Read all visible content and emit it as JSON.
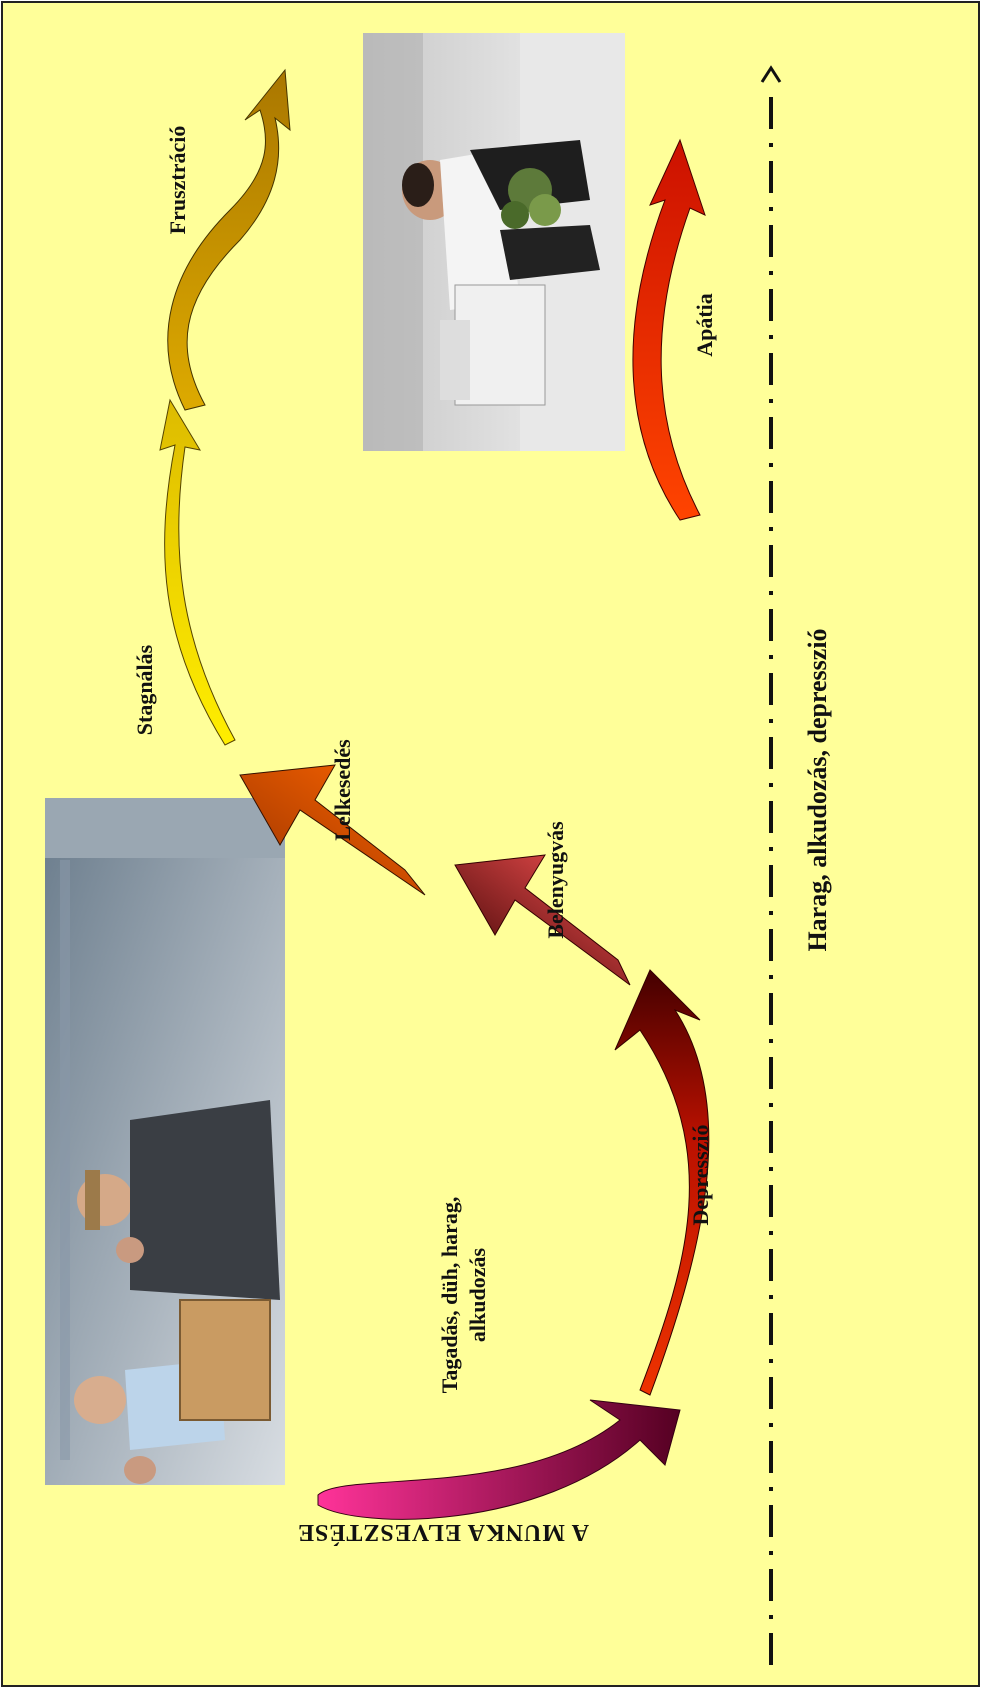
{
  "title": "A MUNKA ELVESZTÉSE",
  "stages": {
    "tagadas_line1": "Tagadás, düh, harag,",
    "tagadas_line2": "alkudozás",
    "depresszio": "Depresszió",
    "belenyugvas": "Belenyugvás",
    "lelkesedes": "Lelkesedés",
    "stagnalas": "Stagnálás",
    "frusztracio": "Frusztráció",
    "apatia": "Apátia"
  },
  "timeline_label": "Harag, alkudozás, depresszió",
  "colors": {
    "background": "#ffff99",
    "border": "#222222",
    "magenta_arrow": "#cc0066",
    "red_arrow": "#cc2200",
    "salmon_arrow": "#ff5555",
    "orange_arrow": "#ff6600",
    "yellow_arrow": "#ffcc00",
    "gold_arrow": "#e0b000",
    "timeline": "#111111"
  },
  "photos": {
    "left": "office-workers-with-box-photo",
    "right": "man-sitting-with-box-photo"
  }
}
